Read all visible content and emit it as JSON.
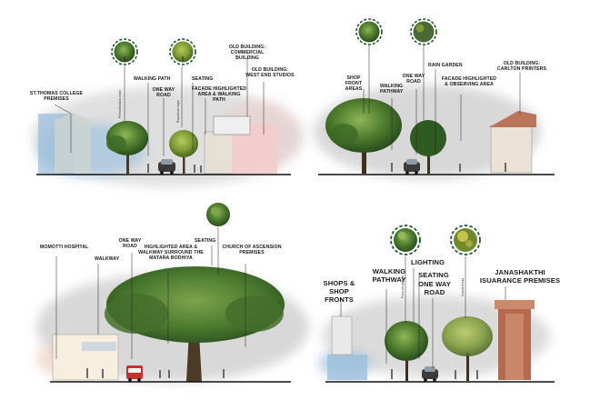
{
  "sections": {
    "s1": {
      "labels": {
        "st_thomas": "ST.THOMAS COLLEGE PREMISES",
        "walking_path": "WALKING PATH",
        "one_way_road": "ONE WAY ROAD",
        "seating": "SEATING",
        "facade": "FACADE HIGHLIGHTED AREA & WALKING PATH",
        "old_commercial": "OLD BUILDING: COMMERCIAL BUILDING",
        "old_westend": "OLD BUILDING: WEST END STUDIOS"
      },
      "species": [
        "Pithecellobium dulce",
        "Roystonea regia"
      ]
    },
    "s2": {
      "labels": {
        "shop_front": "SHOP FRONT AREAS",
        "walking_pathway": "WALKING PATHWAY",
        "one_way_road": "ONE WAY ROAD",
        "rain_garden": "RAIN GARDEN",
        "facade": "FACADE HIGHLIGHTED & OBSERVING AREA",
        "old_carlton": "OLD BUILDING: CARLTON PRINTERS"
      }
    },
    "s3": {
      "labels": {
        "momotti": "MOMOTTI HOSPITAL",
        "walkway": "WALKWAY",
        "one_way_road": "ONE WAY ROAD",
        "highlighted": "HIGHLIGHTED AREA & WALKWAY SURROUND THE MATARA BODHIYA",
        "seating": "SEATING",
        "church": "CHURCH OF ASCENSION PREMISES"
      }
    },
    "s4": {
      "labels": {
        "shops": "SHOPS & SHOP FRONTS",
        "walking_pathway": "WALKING PATHWAY",
        "lighting": "LIGHTING",
        "seating": "SEATING",
        "one_way_road": "ONE WAY ROAD",
        "janashakthi": "JANASHAKTHI ISUARANCE PREMISES"
      },
      "species": [
        "Ficus benjamina",
        "Cassia fistula"
      ]
    }
  },
  "colors": {
    "ground": "#111111",
    "fog": "#d7d7d7",
    "tree_dark": "#2f5a22",
    "tree_mid": "#4f7d2e",
    "tree_light": "#7fa64a",
    "badge_ring": "#1f5c2a",
    "water": "#8fb6d6",
    "pink_building": "#f2c9c9",
    "brick": "#b56a4b",
    "car": "#3b3b3b",
    "van_red": "#c8302c"
  }
}
